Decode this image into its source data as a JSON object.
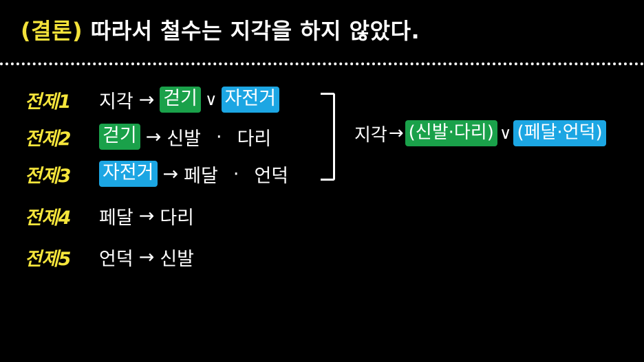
{
  "title": {
    "prefix": "(결론)",
    "text": "따라서 철수는 지각을 하지 않았다."
  },
  "premises": [
    {
      "label": "전제1",
      "a": "지각",
      "arrow": "→",
      "b": "걷기",
      "or": "∨",
      "c": "자전거"
    },
    {
      "label": "전제2",
      "a": "걷기",
      "arrow": "→",
      "b": "신발",
      "dot": "·",
      "c": "다리"
    },
    {
      "label": "전제3",
      "a": "자전거",
      "arrow": "→",
      "b": "페달",
      "dot": "·",
      "c": "언덕"
    },
    {
      "label": "전제4",
      "a": "페달",
      "arrow": "→",
      "b": "다리"
    },
    {
      "label": "전제5",
      "a": "언덕",
      "arrow": "→",
      "b": "신발"
    }
  ],
  "summary": {
    "lhs": "지각",
    "arrow": "→",
    "group1": "(신발·다리)",
    "or": "∨",
    "group2": "(페달·언덕)"
  },
  "colors": {
    "label": "#f5e53b",
    "green_highlight": "#1aa14a",
    "blue_highlight": "#1ca6e3",
    "background": "#000000"
  }
}
